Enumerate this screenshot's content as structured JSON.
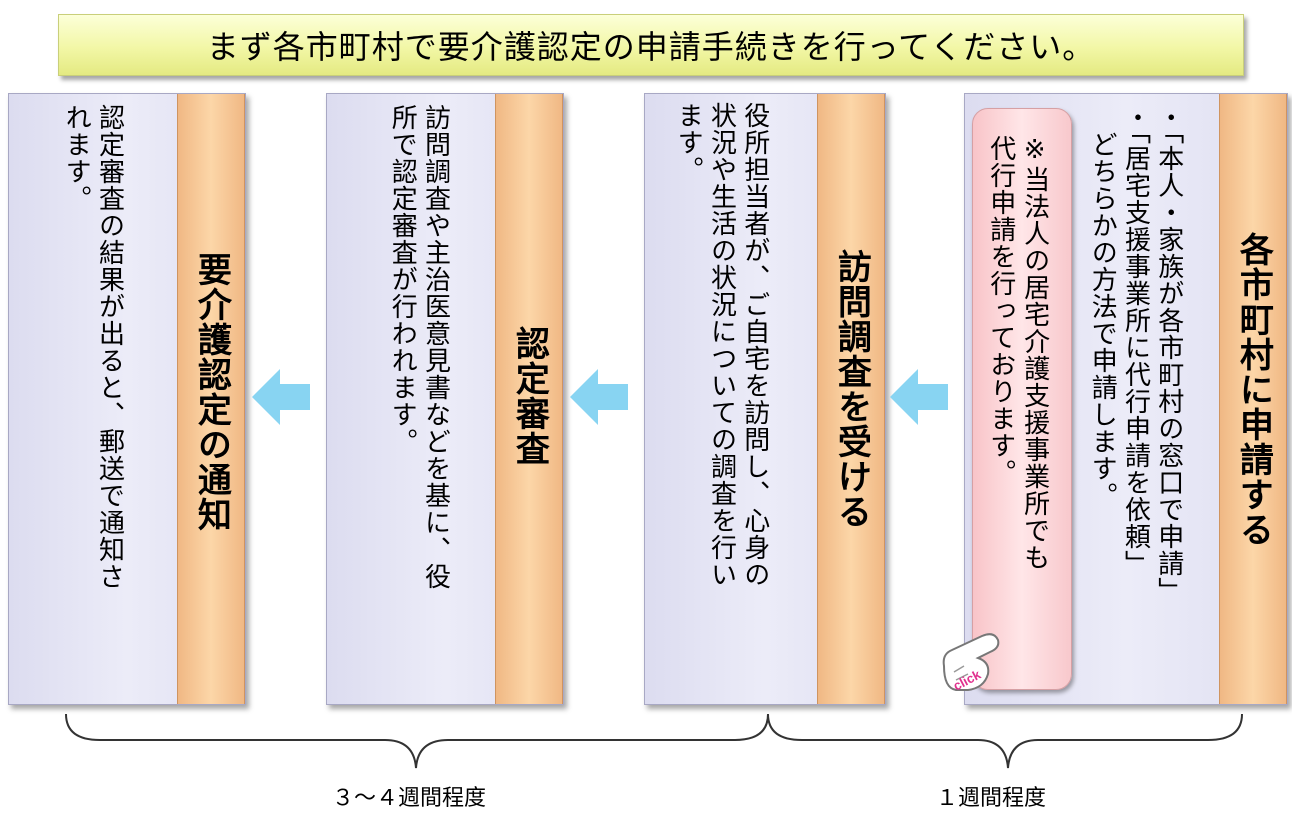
{
  "banner": "まず各市町村で要介護認定の申請手続きを行ってください。",
  "steps": [
    {
      "title": "各市町村に申請する",
      "body": "・「本人・家族が各市町村の窓口で申請」\n・「居宅支援事業所に代行申請を依頼」\n　どちらかの方法で申請します。"
    },
    {
      "title": "訪問調査を受ける",
      "body": "役所担当者が、ご自宅を訪問し、心身の\n状況や生活の状況についての調査を行い\nます。"
    },
    {
      "title": "認定審査",
      "body": "訪問調査や主治医意見書などを基に、役\n所で認定審査が行われます。"
    },
    {
      "title": "要介護認定の通知",
      "body": "認定審査の結果が出ると、郵送で通知さ\nれます。"
    }
  ],
  "note": {
    "text": "※当法人の居宅介護支援事業所でも\n代行申請を行っております。",
    "click_label": "click"
  },
  "durations": {
    "right": "１週間程度",
    "left": "３～４週間程度"
  },
  "colors": {
    "banner": "#f2f7a6",
    "band": "#fcd6a8",
    "panel": "#e6e6f5",
    "note": "#ffe0e3",
    "arrow": "#88d4f2"
  }
}
